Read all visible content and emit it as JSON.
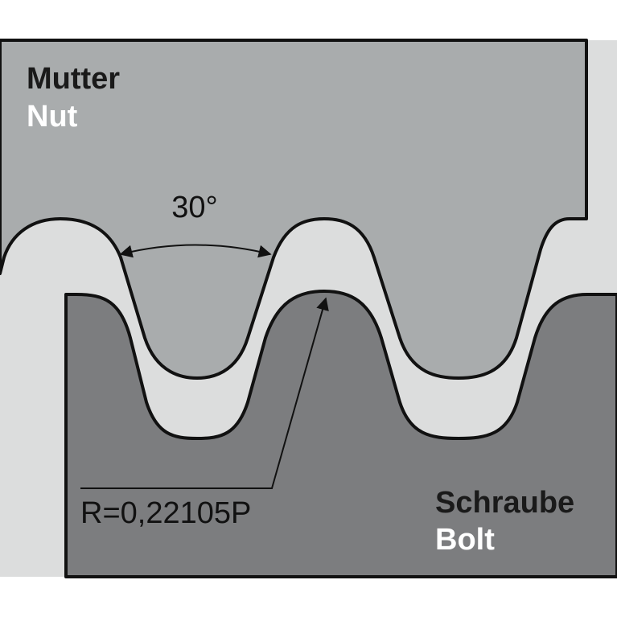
{
  "nut": {
    "label_de": "Mutter",
    "label_en": "Nut"
  },
  "bolt": {
    "label_de": "Schraube",
    "label_en": "Bolt"
  },
  "annotations": {
    "angle": "30°",
    "radius": "R=0,22105P"
  },
  "colors": {
    "nut_fill": "#a9acad",
    "gap_fill": "#dcdddd",
    "bolt_fill": "#7c7d7f",
    "outline": "#111111",
    "label_dark": "#1a1a1a",
    "label_light": "#ffffff"
  }
}
